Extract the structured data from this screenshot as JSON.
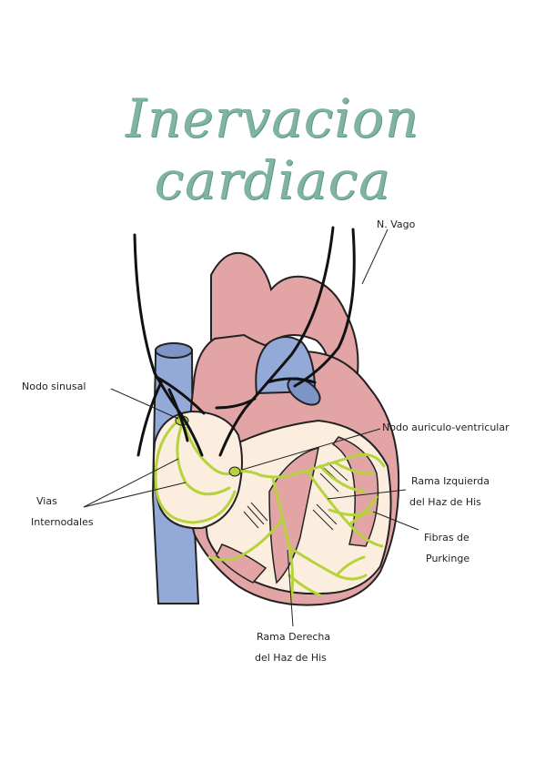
{
  "title": "Inervacion cardiaca",
  "labels": {
    "vagus": "N. Vago",
    "sinus_node": "Nodo sinusal",
    "av_node": "Nodo auriculo-ventricular",
    "internodal_1": "Vias",
    "internodal_2": "Internodales",
    "left_branch_1": "Rama Izquierda",
    "left_branch_2": "del Haz de His",
    "purkinje_1": "Fibras de",
    "purkinje_2": "Purkinge",
    "right_branch_1": "Rama Derecha",
    "right_branch_2": "del Haz de His"
  },
  "colors": {
    "title": "#7fb3a3",
    "heart": "#e3a4a6",
    "vessel": "#93a9d8",
    "conduction": "#b6d23c",
    "chamber": "#fbeede",
    "outline": "#222222"
  }
}
